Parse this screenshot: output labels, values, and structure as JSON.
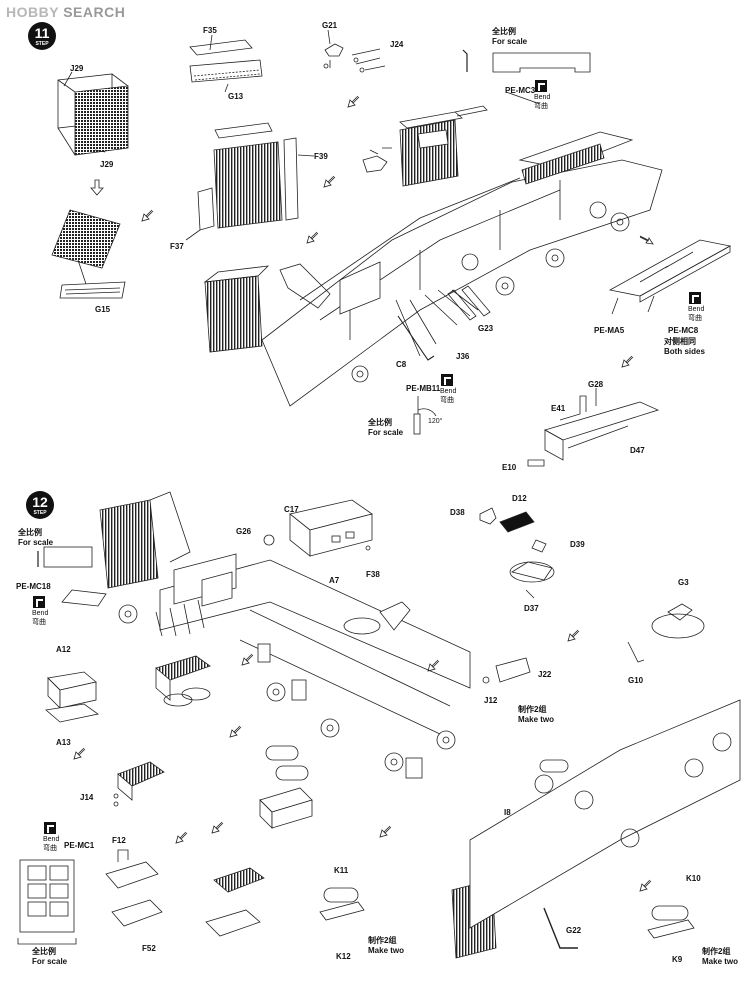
{
  "watermark": {
    "hobby": "HOBBY",
    "search": "SEARCH"
  },
  "steps": {
    "s11": {
      "number": "11",
      "word": "STEP"
    },
    "s12": {
      "number": "12",
      "word": "STEP"
    }
  },
  "common": {
    "scale_cn": "全比例",
    "scale_en": "For scale",
    "bend_en": "Bend",
    "bend_cn": "弯曲",
    "make_two_cn": "制作2组",
    "make_two_en": "Make two",
    "both_sides_cn": "对侧相同",
    "both_sides_en": "Both sides",
    "angle_120": "120°"
  },
  "parts": {
    "j29a": "J29",
    "j29b": "J29",
    "g15": "G15",
    "f35": "F35",
    "g13": "G13",
    "f39": "F39",
    "f37": "F37",
    "g21": "G21",
    "j24": "J24",
    "pe_mc3": "PE-MC3",
    "c8": "C8",
    "j36": "J36",
    "g23": "G23",
    "pe_mb11": "PE-MB11",
    "pe_ma5": "PE-MA5",
    "pe_mc8": "PE-MC8",
    "g28": "G28",
    "e41": "E41",
    "d47": "D47",
    "e10": "E10",
    "c17": "C17",
    "g26": "G26",
    "a7": "A7",
    "f38": "F38",
    "pe_mc18": "PE-MC18",
    "d38": "D38",
    "d12": "D12",
    "d39": "D39",
    "d37": "D37",
    "g3": "G3",
    "g10": "G10",
    "j22": "J22",
    "j12": "J12",
    "a12": "A12",
    "a13": "A13",
    "j14": "J14",
    "pe_mc1": "PE-MC1",
    "f12": "F12",
    "f52": "F52",
    "k11": "K11",
    "k12": "K12",
    "i8": "I8",
    "g22": "G22",
    "k10": "K10",
    "k9": "K9"
  }
}
